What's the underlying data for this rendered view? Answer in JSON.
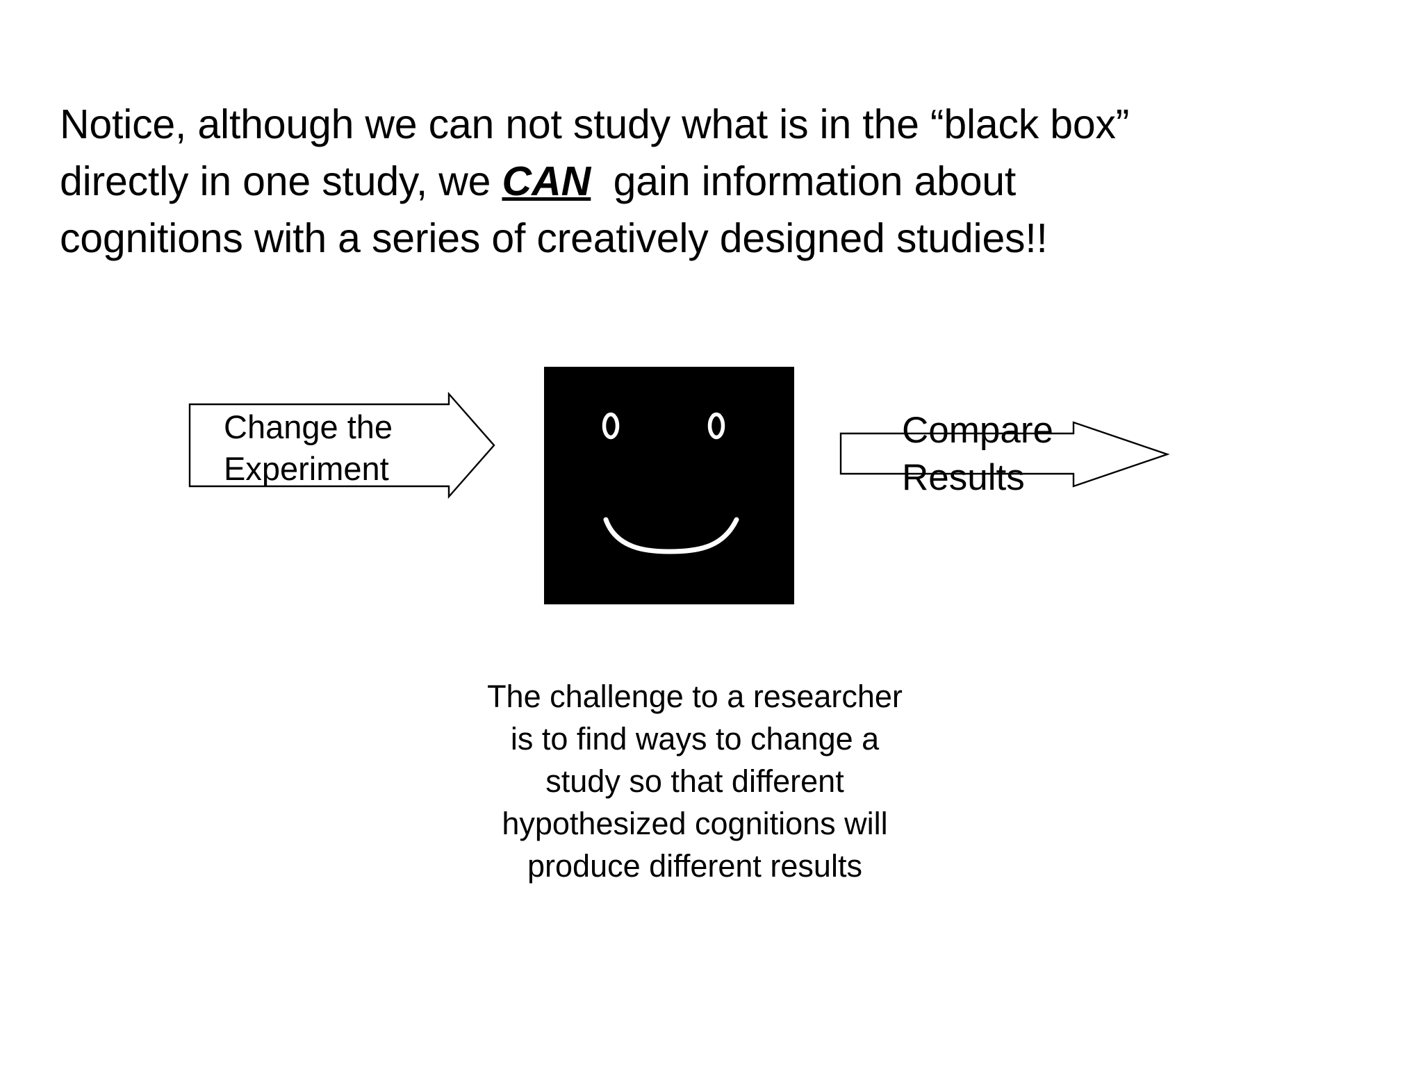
{
  "slide": {
    "background_color": "#ffffff",
    "text_color": "#000000"
  },
  "title": {
    "line1_part1": "Notice, although we can not study what is in the “black box”",
    "line2_part1": "directly in one study, we ",
    "line2_emphasis": "CAN",
    "line2_part2": "  gain information about",
    "line3": "cognitions with a series of creatively designed studies!!"
  },
  "diagram": {
    "left_arrow": {
      "label_line1": "Change the",
      "label_line2": "Experiment",
      "direction": "right",
      "fill_color": "#ffffff",
      "stroke_color": "#000000"
    },
    "black_box": {
      "name": "black box",
      "fill_color": "#000000",
      "face_stroke_color": "#ffffff",
      "expression": "smiling"
    },
    "right_arrow": {
      "label_line1": "Compare",
      "label_line2": "Results",
      "direction": "right",
      "fill_color": "#ffffff",
      "stroke_color": "#000000"
    }
  },
  "caption": {
    "line1": "The challenge to a researcher",
    "line2": "is to find ways to change a",
    "line3": "study so that different",
    "line4": "hypothesized cognitions will",
    "line5": "produce different results"
  }
}
